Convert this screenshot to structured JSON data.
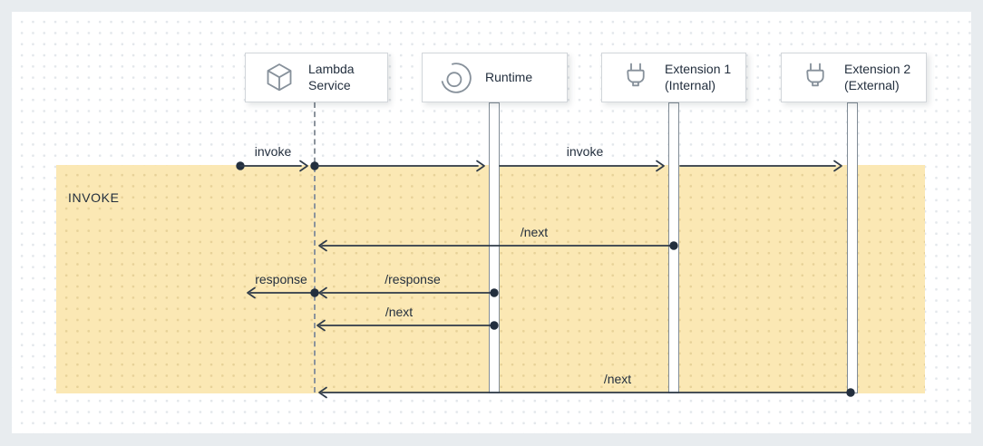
{
  "colors": {
    "outer_background": "#e8ecef",
    "panel_background": "#ffffff",
    "phase_band": "#fbe8b4",
    "ink": "#232f3e",
    "arrow": "#2f3b49",
    "icon_stroke": "#87919b",
    "bar_border": "#828d97",
    "box_border": "#d2d6da"
  },
  "phase": {
    "label": "INVOKE"
  },
  "participants": [
    {
      "label": "Lambda Service",
      "icon": "cube-icon"
    },
    {
      "label": "Runtime",
      "icon": "swirl-icon"
    },
    {
      "label": "Extension 1 (Internal)",
      "icon": "plug-icon"
    },
    {
      "label": "Extension 2 (External)",
      "icon": "plug-icon"
    }
  ],
  "messages": [
    {
      "label": "invoke",
      "from": "caller",
      "to": "Lambda Service"
    },
    {
      "label": "invoke",
      "from": "Lambda Service",
      "to": "Extension 2 (External)"
    },
    {
      "label": "/next",
      "from": "Extension 1 (Internal)",
      "to": "Lambda Service"
    },
    {
      "label": "response",
      "from": "Lambda Service",
      "to": "caller"
    },
    {
      "label": "/response",
      "from": "Runtime",
      "to": "Lambda Service"
    },
    {
      "label": "/next",
      "from": "Runtime",
      "to": "Lambda Service"
    },
    {
      "label": "/next",
      "from": "Extension 2 (External)",
      "to": "Lambda Service"
    }
  ]
}
